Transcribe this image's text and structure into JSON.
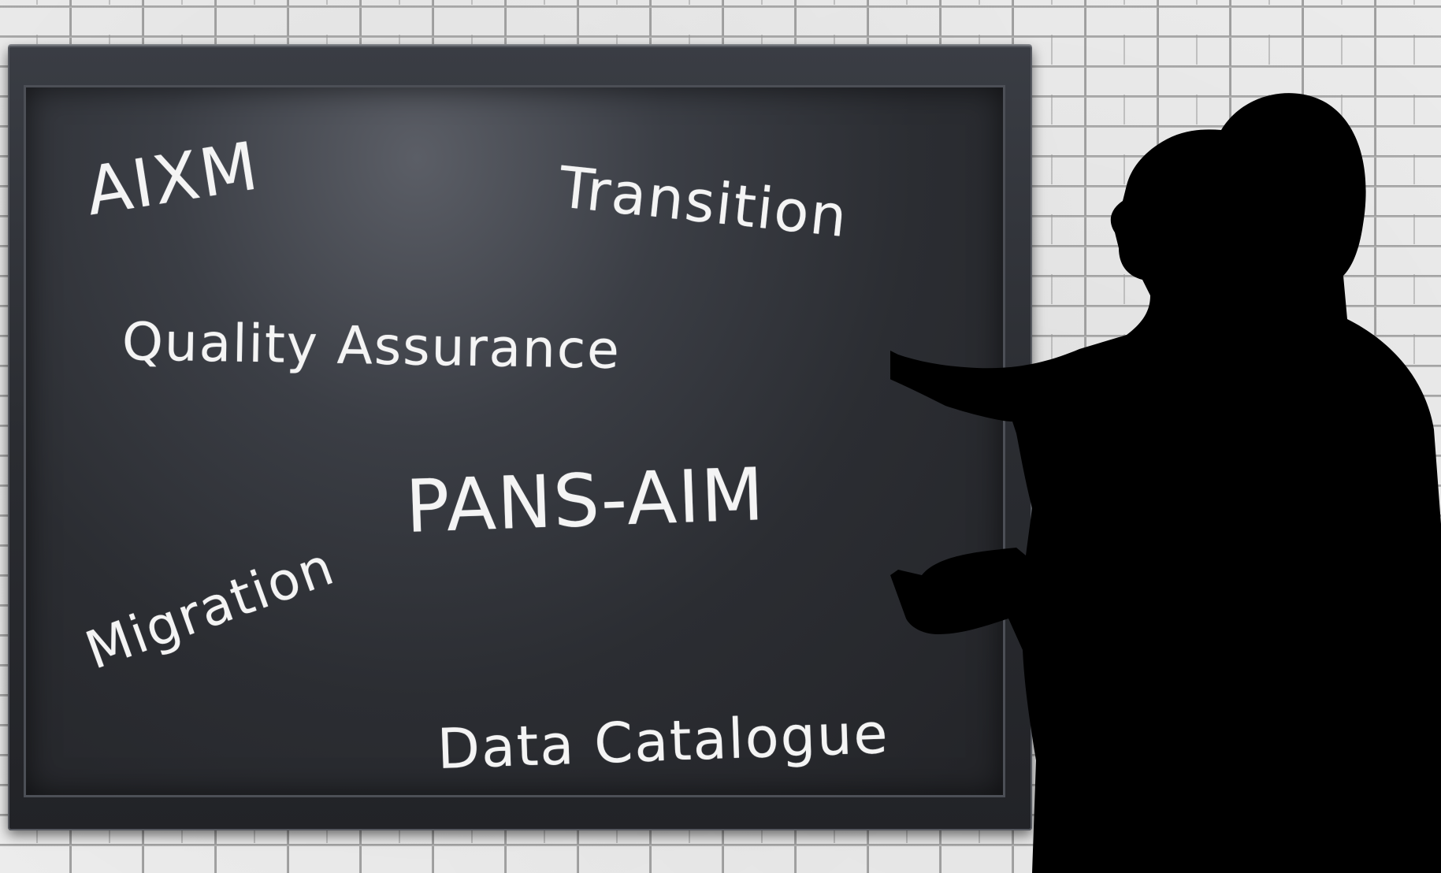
{
  "board": {
    "words": {
      "aixm": "AIXM",
      "transition": "Transition",
      "quality_assurance": "Quality Assurance",
      "pans_aim": "PANS-AIM",
      "migration": "Migration",
      "data_catalogue": "Data Catalogue"
    }
  },
  "colors": {
    "chalk": "#f4f4f4",
    "board": "#2b2d32",
    "wall": "#ececec",
    "silhouette": "#000000"
  },
  "figures": {
    "presenter": "presenter-silhouette-icon"
  }
}
